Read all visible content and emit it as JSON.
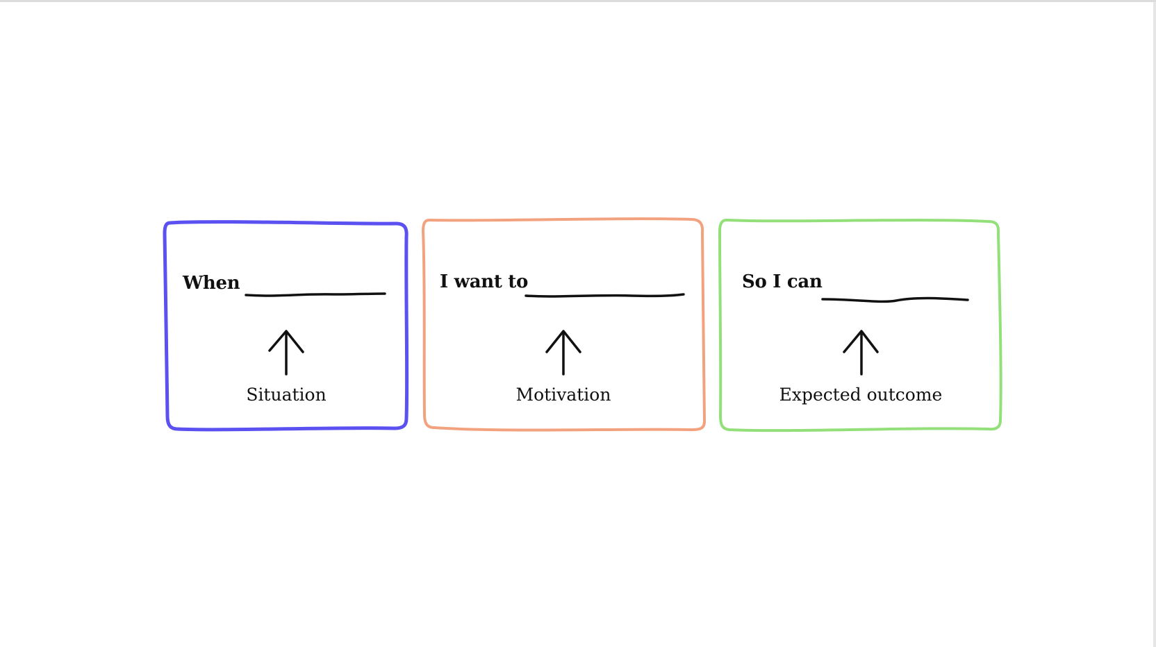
{
  "diagram": {
    "cards": [
      {
        "id": "situation",
        "prompt": "When",
        "caption": "Situation",
        "border_color": "#5b50f0"
      },
      {
        "id": "motivation",
        "prompt": "I want to",
        "caption": "Motivation",
        "border_color": "#f2a27e"
      },
      {
        "id": "outcome",
        "prompt": "So I can",
        "caption": "Expected outcome",
        "border_color": "#93e07a"
      }
    ],
    "stroke_color": "#111111"
  }
}
